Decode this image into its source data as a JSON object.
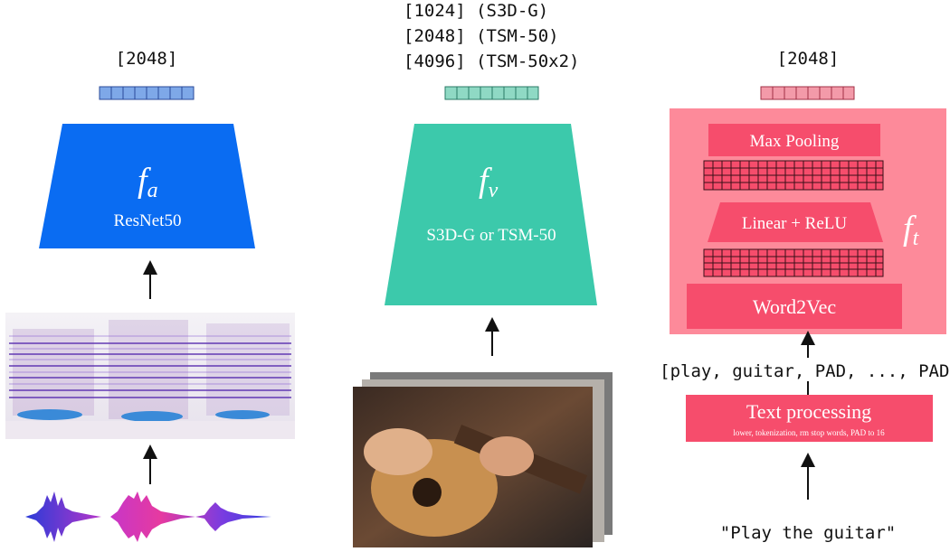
{
  "audio": {
    "dim_label": "[2048]",
    "fn_symbol": "f",
    "fn_subscript": "a",
    "encoder_label": "ResNet50",
    "color": "#0a6cf2",
    "embed_color": "#7ea8e8"
  },
  "video": {
    "dim_labels": [
      "[1024] (S3D-G)",
      "[2048] (TSM-50)",
      "[4096] (TSM-50x2)"
    ],
    "fn_symbol": "f",
    "fn_subscript": "v",
    "encoder_label": "S3D-G or TSM-50",
    "color": "#3cc9ab",
    "embed_color": "#8fd9c4"
  },
  "text": {
    "dim_label": "[2048]",
    "fn_symbol": "f",
    "fn_subscript": "t",
    "max_pooling_label": "Max Pooling",
    "linear_label": "Linear + ReLU",
    "word2vec_label": "Word2Vec",
    "tokens_label": "[play, guitar, PAD, ..., PAD]",
    "processing_label": "Text processing",
    "processing_sublabel": "lower, tokenization, rm stop words, PAD to 16",
    "input_text": "\"Play the guitar\"",
    "panel_color": "#fd8a9a",
    "block_color": "#f64d6c",
    "embed_color": "#f39aa9"
  }
}
